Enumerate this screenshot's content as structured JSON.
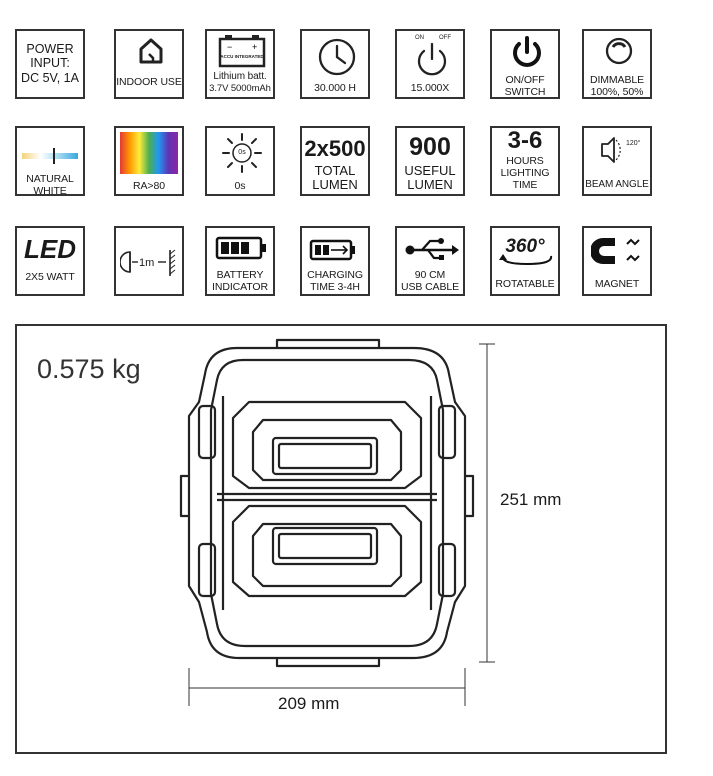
{
  "icons": [
    {
      "name": "power-input-icon",
      "lines": [
        "POWER",
        "INPUT:",
        "DC 5V, 1A"
      ]
    },
    {
      "name": "indoor-use-icon",
      "label": "INDOOR USE"
    },
    {
      "name": "battery-icon",
      "badge": "ACCU INTEGRATED",
      "lines": [
        "Lithium batt.",
        "3.7V 5000mAh"
      ]
    },
    {
      "name": "lifetime-clock-icon",
      "label": "30.000 H"
    },
    {
      "name": "switch-cycles-icon",
      "on": "ON",
      "off": "OFF",
      "label": "15.000X"
    },
    {
      "name": "power-button-icon",
      "label": "ON/OFF SWITCH"
    },
    {
      "name": "dimmer-icon",
      "label": "DIMMABLE 100%, 50%"
    },
    {
      "name": "color-temperature-icon",
      "label": "NATURAL WHITE"
    },
    {
      "name": "color-rendering-icon",
      "label": "RA>80"
    },
    {
      "name": "sun-icon",
      "inner": "0s",
      "label": "0s"
    },
    {
      "name": "total-lumen-icon",
      "big": "2x500",
      "lines": [
        "TOTAL",
        "LUMEN"
      ]
    },
    {
      "name": "useful-lumen-icon",
      "big": "900",
      "lines": [
        "USEFUL",
        "LUMEN"
      ]
    },
    {
      "name": "lighting-time-icon",
      "big": "3-6",
      "lines": [
        "HOURS",
        "LIGHTING",
        "TIME"
      ]
    },
    {
      "name": "beam-angle-icon",
      "angle": "120°",
      "label": "BEAM ANGLE"
    },
    {
      "name": "led-icon",
      "big": "LED",
      "label": "2X5 WATT"
    },
    {
      "name": "distance-icon",
      "label": "1m"
    },
    {
      "name": "battery-indicator-icon",
      "lines": [
        "BATTERY",
        "INDICATOR"
      ]
    },
    {
      "name": "charging-icon",
      "lines": [
        "CHARGING",
        "TIME 3-4H"
      ]
    },
    {
      "name": "usb-icon",
      "lines": [
        "90 CM",
        "USB CABLE"
      ]
    },
    {
      "name": "rotate-icon",
      "big": "360°",
      "label": "ROTATABLE"
    },
    {
      "name": "magnet-icon",
      "label": "MAGNET"
    }
  ],
  "product": {
    "weight": "0.575 kg",
    "height": "251 mm",
    "width": "209 mm"
  }
}
